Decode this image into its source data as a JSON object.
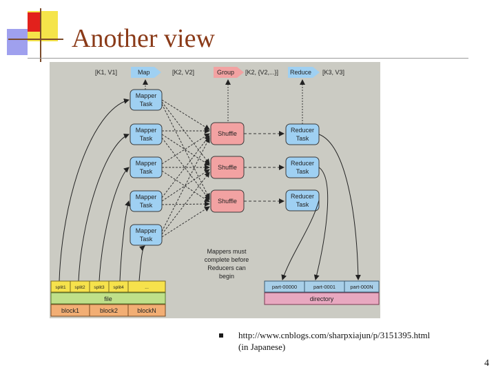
{
  "slide": {
    "title": "Another view",
    "page_number": "4",
    "citation": {
      "url": "http://www.cnblogs.com/sharpxiajun/p/3151395.html",
      "note": "(in Japanese)"
    }
  },
  "diagram": {
    "pipeline": [
      "[K1, V1]",
      "Map",
      "[K2, V2]",
      "Group",
      "[K2, {V2,...}]",
      "Reduce",
      "[K3, V3]"
    ],
    "mapper_label": [
      "Mapper",
      "Task"
    ],
    "shuffle_label": "Shuffle",
    "reducer_label": [
      "Reducer",
      "Task"
    ],
    "note": [
      "Mappers must",
      "complete before",
      "Reducers can",
      "begin"
    ],
    "splits": [
      "split1",
      "split2",
      "split3",
      "split4",
      "..."
    ],
    "file_label": "file",
    "blocks": [
      "block1",
      "block2",
      "blockN"
    ],
    "parts": [
      "part-00000",
      "part-0001",
      "part-000N"
    ],
    "directory_label": "directory"
  },
  "colors": {
    "title": "#8a3a18",
    "map": "#9fd0f2",
    "group": "#f2a2a2",
    "reduce": "#9fd0f2",
    "split": "#f6e24c",
    "file": "#bfe08a",
    "part": "#a8cfe8",
    "directory": "#e8a8c0"
  }
}
